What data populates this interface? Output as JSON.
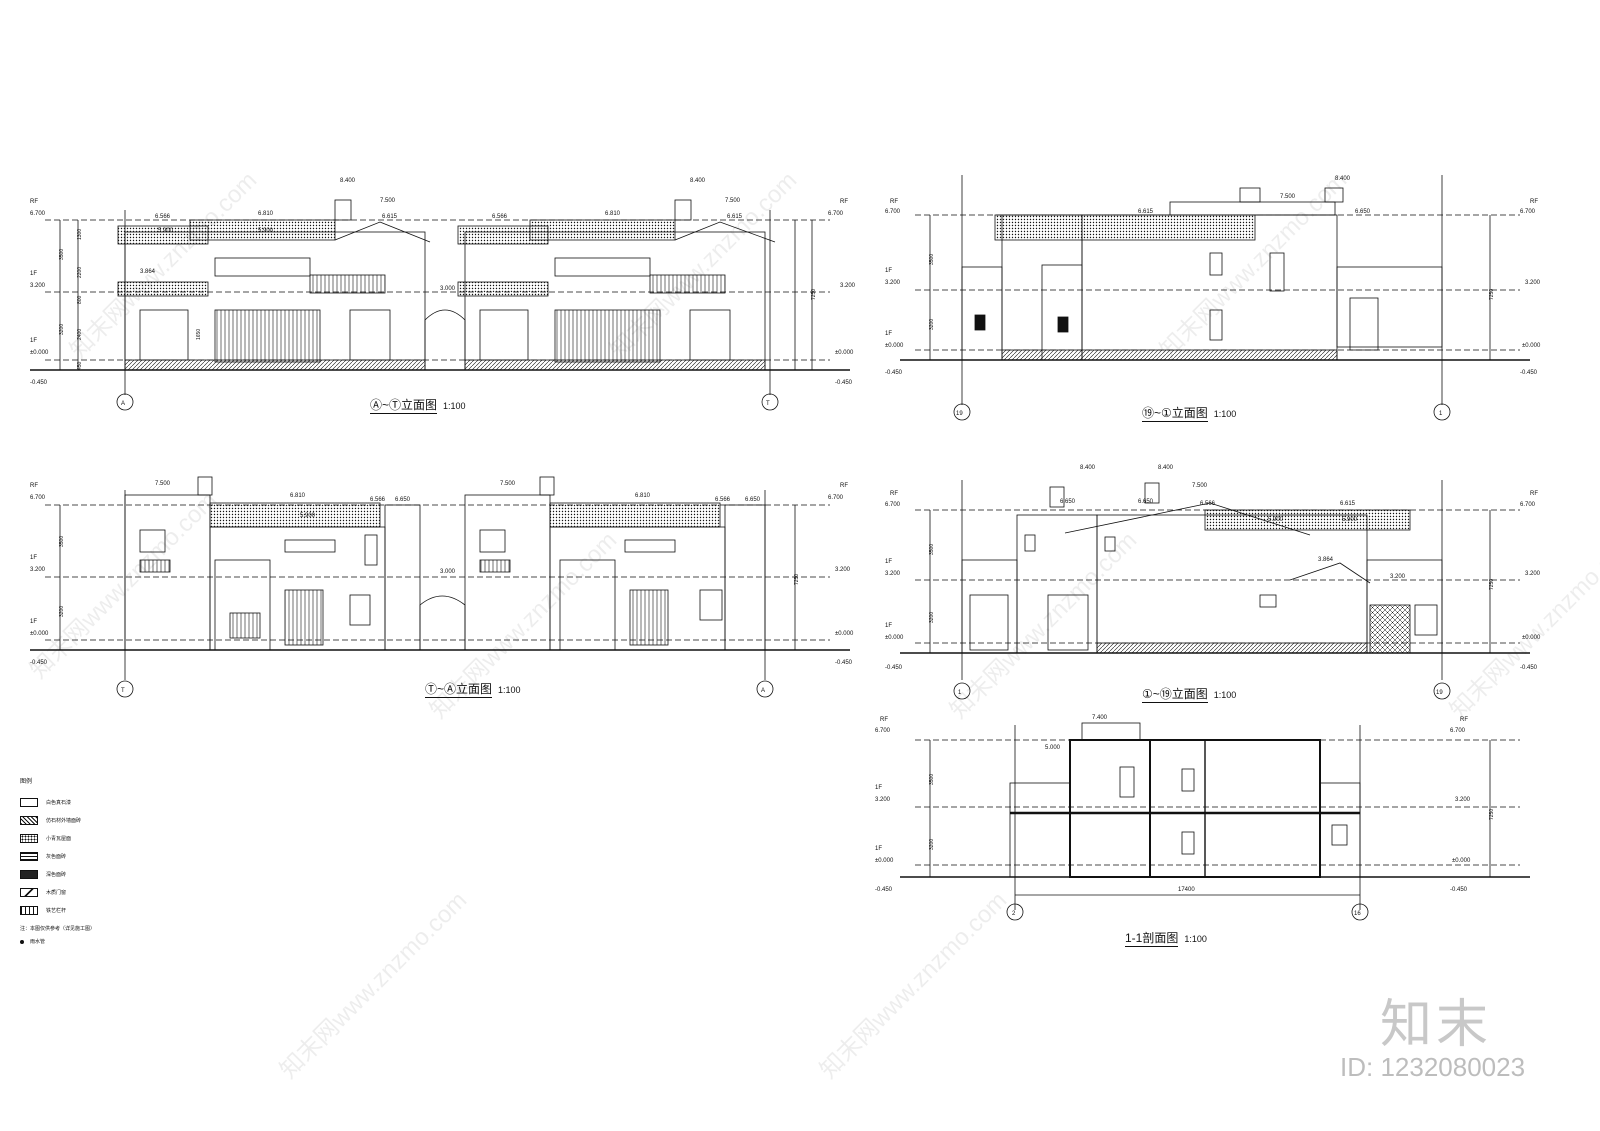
{
  "drawings": {
    "elev_a_t": {
      "title": "Ⓐ~Ⓣ立面图",
      "scale": "1:100",
      "axis_left": "A",
      "axis_right": "T"
    },
    "elev_19_1": {
      "title": "⑲~①立面图",
      "scale": "1:100",
      "axis_left": "19",
      "axis_right": "1"
    },
    "elev_t_a": {
      "title": "Ⓣ~Ⓐ立面图",
      "scale": "1:100",
      "axis_left": "T",
      "axis_right": "A"
    },
    "elev_1_19": {
      "title": "①~⑲立面图",
      "scale": "1:100",
      "axis_left": "1",
      "axis_right": "19"
    },
    "section_1_1": {
      "title": "1-1剖面图",
      "scale": "1:100",
      "axis_left": "2",
      "axis_right": "16",
      "total_dim": "17400"
    }
  },
  "levels": {
    "rf_label": "RF",
    "rf_value": "6.700",
    "f2_label": "1F",
    "f2_value": "3.200",
    "f1_label": "1F",
    "f1_value": "±0.000",
    "ground_value": "-0.450",
    "peak_8400": "8.400",
    "l7500": "7.500",
    "l6810": "6.810",
    "l6566": "6.566",
    "l6615": "6.615",
    "l5900": "5.900",
    "l3864": "3.864",
    "l3000": "3.000",
    "l6650": "6.650",
    "l7400": "7.400",
    "l5000": "5.000"
  },
  "dims": {
    "d3500": "3500",
    "d7250": "7250",
    "d3200": "3200",
    "d1300": "1300",
    "d2200": "2200",
    "d800": "800",
    "d2400": "2400",
    "d450": "450",
    "d1650": "1650"
  },
  "legend": {
    "title": "图例",
    "items": [
      {
        "swatch": "plain",
        "label": "白色真石漆"
      },
      {
        "swatch": "hatch",
        "label": "仿石材外墙面砖"
      },
      {
        "swatch": "dots",
        "label": "小青瓦屋面"
      },
      {
        "swatch": "grid",
        "label": "灰色面砖"
      },
      {
        "swatch": "dark",
        "label": "深色面砖"
      },
      {
        "swatch": "door",
        "label": "木质门窗"
      },
      {
        "swatch": "rail",
        "label": "铁艺栏杆"
      }
    ],
    "note": "注：本图仅供参考（详见施工图）",
    "dot_label": "雨水管"
  },
  "brand": "知末",
  "id_text": "ID: 1232080023",
  "watermark": "知末网www.znzmo.com"
}
